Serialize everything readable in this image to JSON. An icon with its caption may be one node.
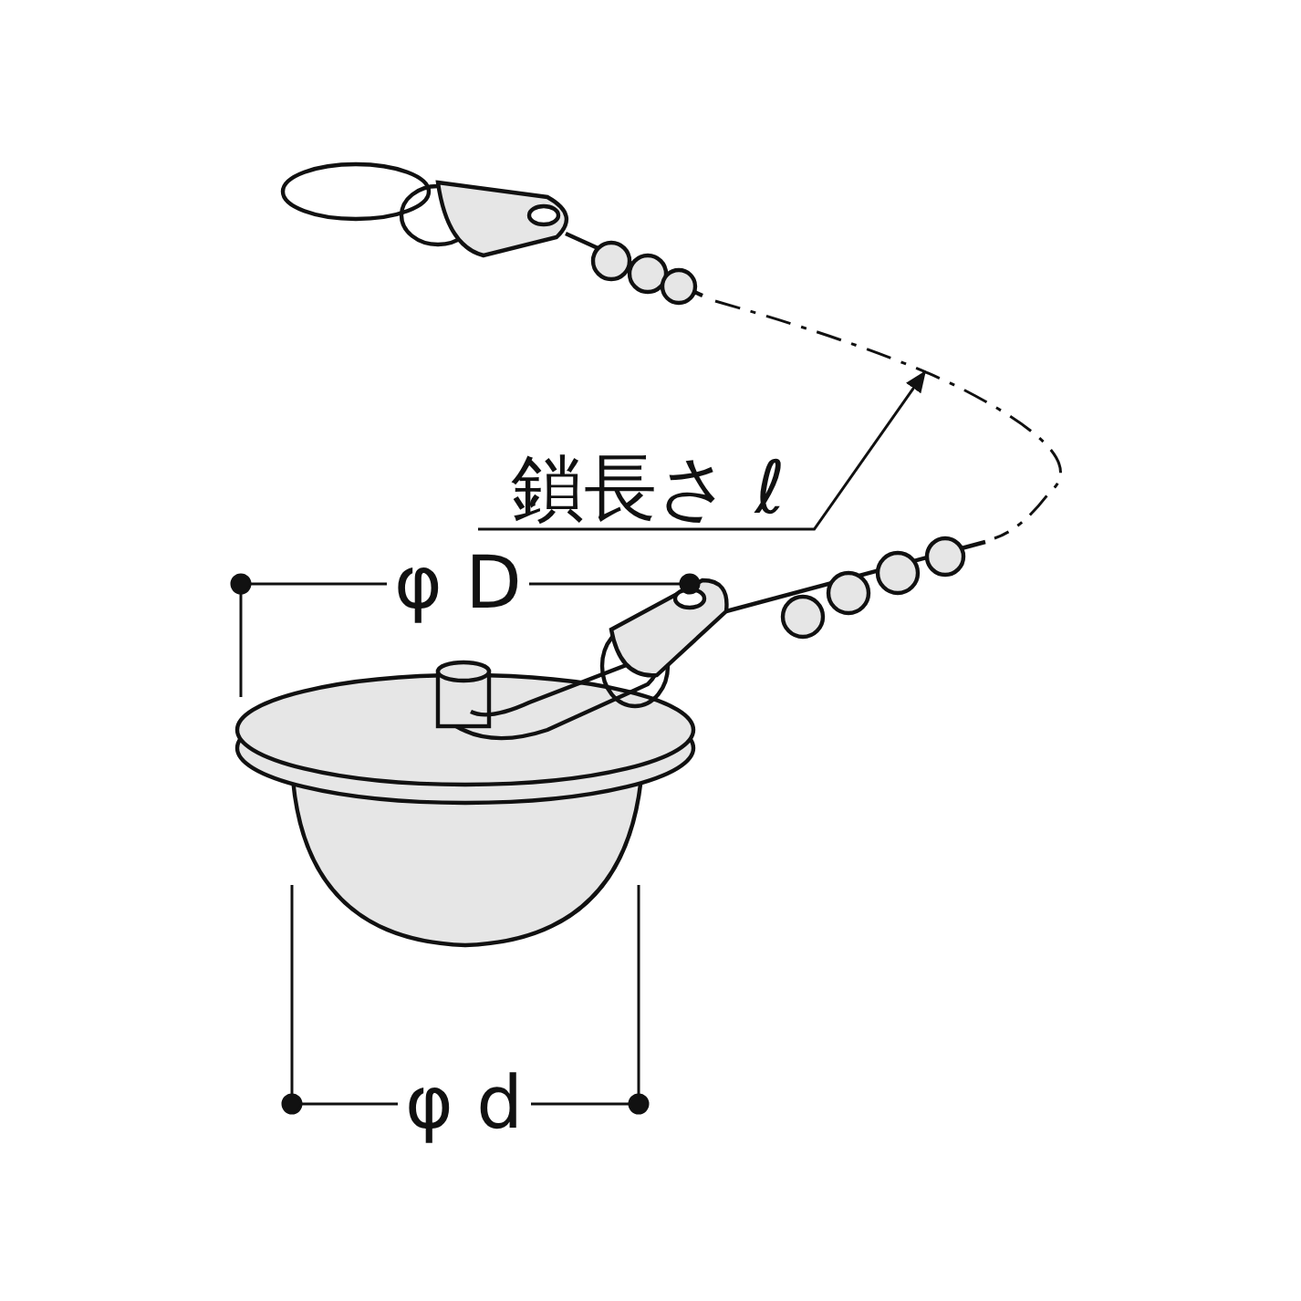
{
  "diagram": {
    "nodes": [
      {
        "text": [
          "鎖長さ ℓ"
        ]
      },
      {
        "text": [],
        "shape": "line"
      }
    ],
    "edges": [
      {
        "from": 0,
        "to": 1,
        "arrow": "to"
      }
    ],
    "labels": [
      "φ D",
      "φ d"
    ]
  }
}
